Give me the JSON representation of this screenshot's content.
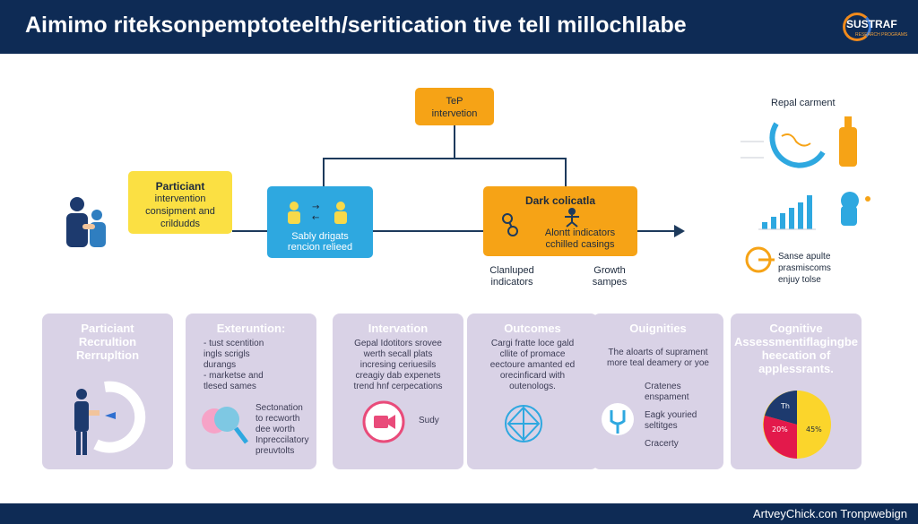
{
  "header": {
    "title": "Aimimo riteksonpemptoteelth/seritication tive tell millochllabe",
    "logo_text": "SUSTRAF",
    "logo_sub": "RESEARCH PROGRAMS"
  },
  "diagram": {
    "top_box": {
      "line1": "TeP",
      "line2": "intervetion"
    },
    "participant_box": {
      "line1": "Particiant",
      "line2": "intervention",
      "line3": "consipment and",
      "line4": "crildudds"
    },
    "study_box": {
      "line1": "Sably drigats",
      "line2": "rencion relieed"
    },
    "dark_box": {
      "title": "Dark colicatla",
      "line1": "Alontt indicators",
      "line2": "cchilled casings"
    },
    "under_left": {
      "line1": "Clanluped",
      "line2": "indicators"
    },
    "under_right": {
      "line1": "Growth",
      "line2": "sampes"
    }
  },
  "right_panel": {
    "title": "Repal carment",
    "bottom_line1": "Sanse apulte",
    "bottom_line2": "prasmiscoms",
    "bottom_line3": "enjuy tolse"
  },
  "cards": [
    {
      "title1": "Particiant",
      "title2": "Recrultion",
      "title3": "Rerrupltion"
    },
    {
      "title1": "Exteruntion:",
      "line1": "- tust scentition",
      "line2": "ingls scrigls",
      "line3": "durangs",
      "line4": "- marketse and",
      "line5": "tlesed sames",
      "line6": "Sectonation",
      "line7": "to recworth",
      "line8": "dee worth",
      "line9": "Inpreccilatory",
      "line10": "preuvtolts"
    },
    {
      "title1": "Intervation",
      "line1": "Gepal Idotitors srovee",
      "line2": "werth secall plats",
      "line3": "incresing ceriuesils",
      "line4": "creagiy dab expenets",
      "line5": "trend hnf cerpecations",
      "side": "Sudy"
    },
    {
      "title1": "Outcomes",
      "line1": "Cargi fratte loce gald",
      "line2": "cllite of promace",
      "line3": "eectoure amanted ed",
      "line4": "orecinficard with",
      "line5": "outenologs."
    },
    {
      "title1": "Ouignities",
      "line1": "The aloarts of suprament",
      "line2": "more teal deamery or yoe",
      "line3": "Cratenes",
      "line4": "enspament",
      "line5": "Eagk youried",
      "line6": "seltitges",
      "line7": "Cracerty"
    },
    {
      "title1": "Cognitive",
      "title2": "Assessmentiflagingbe",
      "title3": "heecation of",
      "title4": "applessrants.",
      "pie_label_top": "Th",
      "pie_left": "20%",
      "pie_right": "45%"
    }
  ],
  "chart_data": {
    "type": "pie",
    "values": [
      20,
      45
    ],
    "labels": [
      "20%",
      "45%"
    ]
  },
  "footer": {
    "text": "ArtveyChick.con Tronpwebign"
  },
  "colors": {
    "navy": "#0e2b55",
    "orange": "#f6a316",
    "yellow": "#fbe043",
    "blue": "#2ea8e0",
    "card": "#d9d2e6"
  }
}
